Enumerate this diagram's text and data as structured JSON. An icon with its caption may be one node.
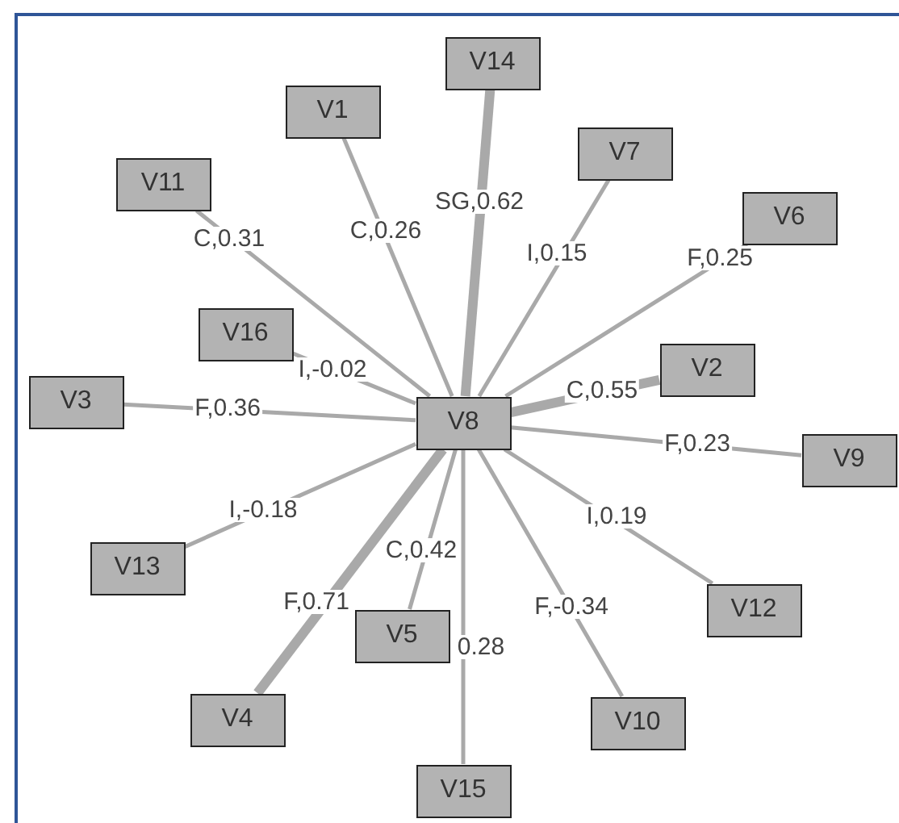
{
  "diagram": {
    "nodes": [
      {
        "text": [
          "V14"
        ]
      },
      {
        "text": [
          "V1"
        ]
      },
      {
        "text": [
          "V7"
        ]
      },
      {
        "text": [
          "V11"
        ]
      },
      {
        "text": [
          "V6"
        ]
      },
      {
        "text": [
          "V16"
        ]
      },
      {
        "text": [
          "V2"
        ]
      },
      {
        "text": [
          "V3"
        ]
      },
      {
        "text": [
          "V8"
        ]
      },
      {
        "text": [
          "V9"
        ]
      },
      {
        "text": [
          "V13"
        ]
      },
      {
        "text": [
          "V12"
        ]
      },
      {
        "text": [
          "V5"
        ]
      },
      {
        "text": [
          "V4"
        ]
      },
      {
        "text": [
          "V10"
        ]
      },
      {
        "text": [
          "V15"
        ]
      }
    ],
    "edges": [
      {
        "from": 8,
        "to": 3,
        "arrow": "none",
        "label": "C,0.31"
      },
      {
        "from": 8,
        "to": 1,
        "arrow": "none",
        "label": "C,0.26"
      },
      {
        "from": 8,
        "to": 0,
        "arrow": "none",
        "label": "SG,0.62",
        "style": "thick"
      },
      {
        "from": 8,
        "to": 2,
        "arrow": "none",
        "label": "I,0.15"
      },
      {
        "from": 8,
        "to": 4,
        "arrow": "none",
        "label": "F,0.25"
      },
      {
        "from": 8,
        "to": 5,
        "arrow": "none",
        "label": "I,-0.02"
      },
      {
        "from": 8,
        "to": 6,
        "arrow": "none",
        "label": "C,0.55",
        "style": "thick"
      },
      {
        "from": 8,
        "to": 7,
        "arrow": "none",
        "label": "F,0.36"
      },
      {
        "from": 8,
        "to": 9,
        "arrow": "none",
        "label": "F,0.23"
      },
      {
        "from": 8,
        "to": 10,
        "arrow": "none",
        "label": "I,-0.18"
      },
      {
        "from": 8,
        "to": 11,
        "arrow": "none",
        "label": "I,0.19"
      },
      {
        "from": 8,
        "to": 12,
        "arrow": "none",
        "label": "C,0.42"
      },
      {
        "from": 8,
        "to": 13,
        "arrow": "none",
        "label": "F,0.71",
        "style": "thick"
      },
      {
        "from": 8,
        "to": 15,
        "arrow": "none",
        "label": "0.28"
      },
      {
        "from": 8,
        "to": 14,
        "arrow": "none",
        "label": "F,-0.34"
      }
    ]
  }
}
